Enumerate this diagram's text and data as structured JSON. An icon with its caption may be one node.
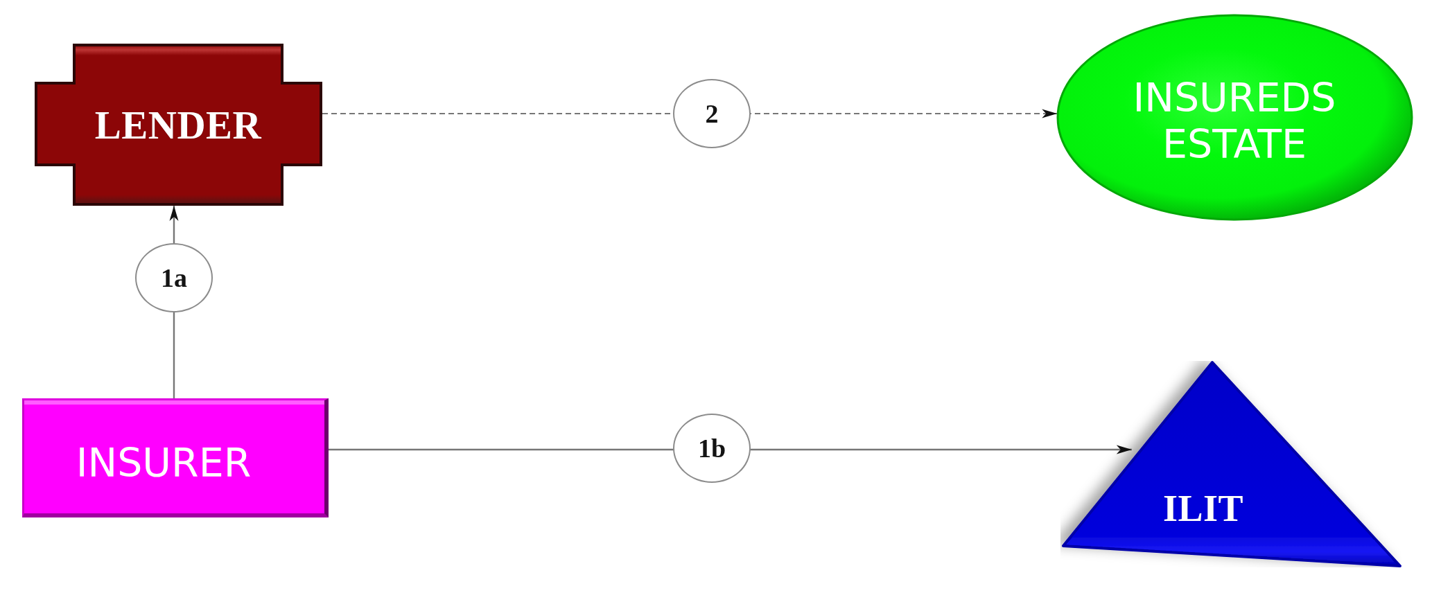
{
  "diagram": {
    "nodes": [
      {
        "text": [
          "LENDER"
        ]
      },
      {
        "text": [
          "INSUREDS ESTATE"
        ]
      },
      {
        "text": [
          "INSURER"
        ]
      },
      {
        "text": [
          "ILIT"
        ]
      }
    ],
    "edges": [
      {
        "from": 2,
        "to": 0,
        "arrow": "to",
        "label": "1a"
      },
      {
        "from": 0,
        "to": 1,
        "arrow": "to",
        "label": "2",
        "style": "dashed"
      },
      {
        "from": 2,
        "to": 3,
        "arrow": "to",
        "label": "1b"
      }
    ]
  }
}
